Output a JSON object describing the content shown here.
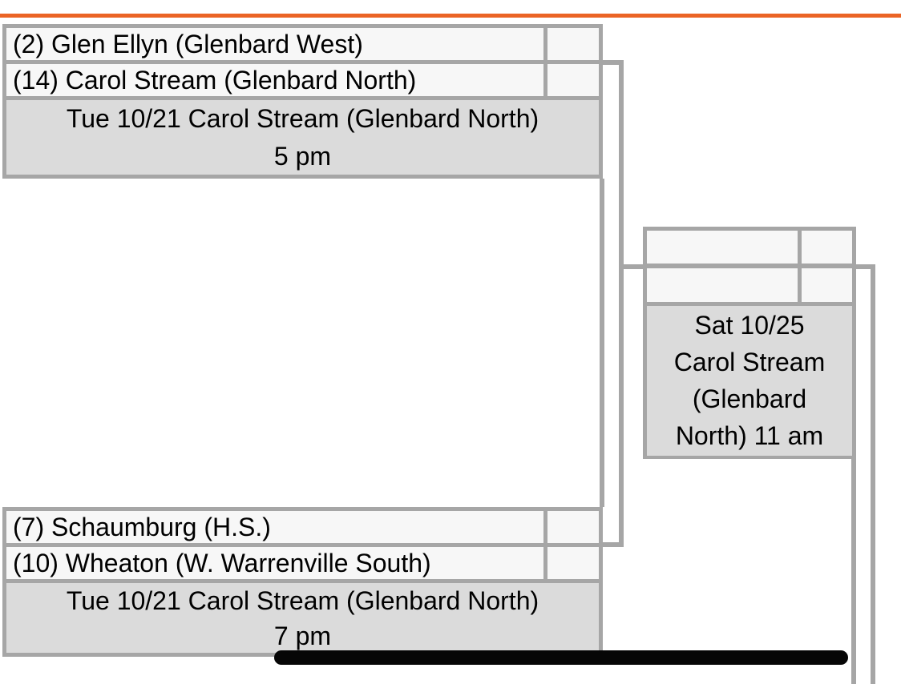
{
  "colors": {
    "top_accent": "#EB6425",
    "cell_border": "#A6A6A6",
    "team_row_bg": "#F7F7F7",
    "match_info_bg": "#DBDBDB",
    "scrollbar_thumb": "#060606"
  },
  "bracket": {
    "round1_matches": [
      {
        "teams": [
          {
            "name": "(2) Glen Ellyn (Glenbard West)",
            "score": ""
          },
          {
            "name": "(14) Carol Stream (Glenbard North)",
            "score": ""
          }
        ],
        "info_lines": [
          "Tue 10/21 Carol Stream (Glenbard North)",
          "5 pm"
        ]
      },
      {
        "teams": [
          {
            "name": "(7) Schaumburg (H.S.)",
            "score": ""
          },
          {
            "name": "(10) Wheaton (W. Warrenville South)",
            "score": ""
          }
        ],
        "info_lines": [
          "Tue 10/21 Carol Stream (Glenbard North)",
          "7 pm"
        ]
      }
    ],
    "round2_match": {
      "teams": [
        {
          "name": "",
          "score": ""
        },
        {
          "name": "",
          "score": ""
        }
      ],
      "info_lines": [
        "Sat 10/25",
        "Carol Stream",
        "(Glenbard",
        "North) 11 am"
      ]
    }
  }
}
